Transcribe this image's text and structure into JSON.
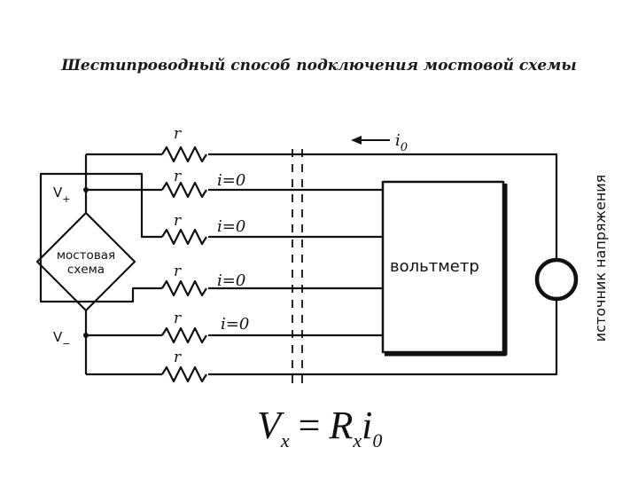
{
  "title": "Шестипроводный способ подключения мостовой схемы",
  "labels": {
    "r": "r",
    "i_zero": "i=0",
    "i0": "i",
    "i0_sub": "0",
    "v_plus": "V",
    "v_plus_sub": "+",
    "v_minus": "V",
    "v_minus_sub": "−",
    "bridge_line1": "мостовая",
    "bridge_line2": "схема",
    "voltmeter": "вольтметр",
    "source": "источник напряжения"
  },
  "formula": {
    "lhs": "V",
    "lhs_sub": "x",
    "eq": "=",
    "r": "R",
    "r_sub": "x",
    "i": "i",
    "i_sub": "0"
  }
}
